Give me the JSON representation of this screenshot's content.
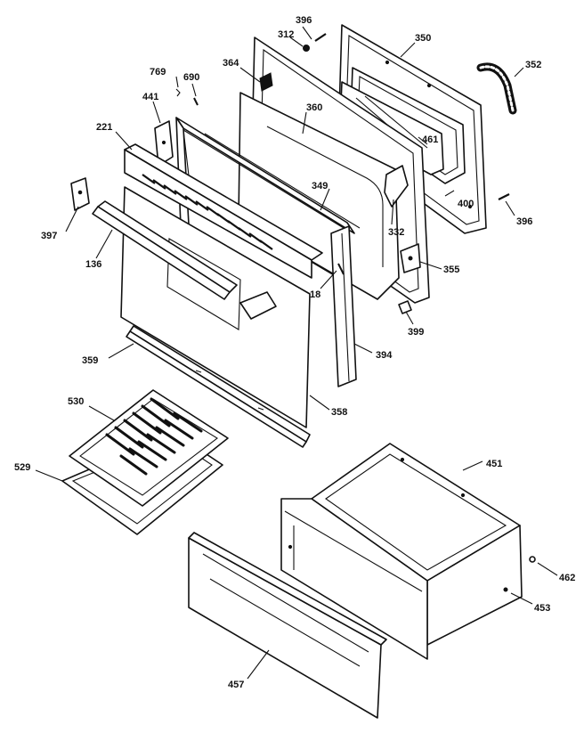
{
  "labels": {
    "l396a": "396",
    "l312": "312",
    "l350": "350",
    "l352": "352",
    "l769": "769",
    "l690": "690",
    "l364": "364",
    "l441": "441",
    "l360": "360",
    "l221": "221",
    "l461": "461",
    "l349": "349",
    "l400": "400",
    "l396b": "396",
    "l397": "397",
    "l332": "332",
    "l136": "136",
    "l355": "355",
    "l18": "18",
    "l399": "399",
    "l394": "394",
    "l359": "359",
    "l358": "358",
    "l530": "530",
    "l451": "451",
    "l529": "529",
    "l462": "462",
    "l453": "453",
    "l457": "457"
  }
}
